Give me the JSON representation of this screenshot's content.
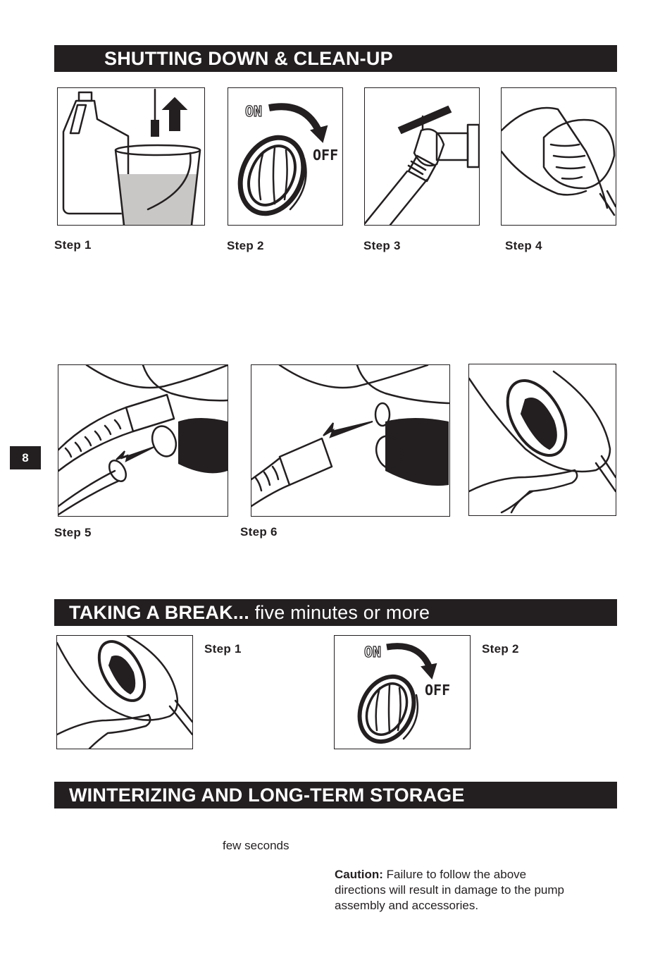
{
  "page_number": "8",
  "sections": {
    "shutdown": {
      "title": "SHUTTING DOWN & CLEAN-UP",
      "steps": [
        "Step 1",
        "Step 2",
        "Step 3",
        "Step 4",
        "Step 5",
        "Step 6"
      ]
    },
    "break": {
      "title_bold": "TAKING A BREAK...",
      "title_normal": " five minutes or more",
      "steps": [
        "Step 1",
        "Step 2"
      ]
    },
    "winter": {
      "title": "WINTERIZING AND LONG-TERM STORAGE",
      "fragment": "few seconds",
      "caution_label": "Caution:",
      "caution_text": " Failure to follow the above directions will result in damage to the pump assembly and accessories."
    }
  },
  "dial": {
    "on_label": "ON",
    "off_label": "OFF"
  }
}
